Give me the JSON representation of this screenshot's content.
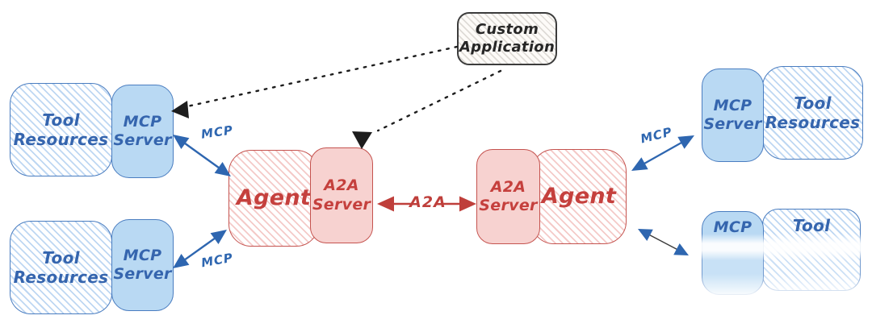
{
  "nodes": {
    "custom_app": {
      "label": "Custom Application"
    },
    "tool_resources_top_left": {
      "label": "Tool Resources"
    },
    "mcp_server_top_left": {
      "label": "MCP Server"
    },
    "tool_resources_bottom_left": {
      "label": "Tool Resources"
    },
    "mcp_server_bottom_left": {
      "label": "MCP Server"
    },
    "agent_left": {
      "label": "Agent"
    },
    "a2a_server_left": {
      "label": "A2A Server"
    },
    "a2a_server_right": {
      "label": "A2A Server"
    },
    "agent_right": {
      "label": "Agent"
    },
    "mcp_server_top_right": {
      "label": "MCP Server"
    },
    "tool_resources_top_right": {
      "label": "Tool Resources"
    },
    "mcp_bottom_right": {
      "label": "MCP"
    },
    "tool_bottom_right": {
      "label": "Tool"
    }
  },
  "edge_labels": {
    "mcp_top_left": "MCP",
    "mcp_bottom_left": "MCP",
    "mcp_top_right": "MCP",
    "a2a": "A2A"
  },
  "colors": {
    "blue_fill": "#b9d9f3",
    "blue_border": "#4a7dc0",
    "blue_text": "#3565ae",
    "pink_fill": "#f7d2d0",
    "red_border": "#c5534f",
    "red_text": "#c5403d",
    "black_border": "#3c3c3c",
    "arrow_blue": "#2e66b0",
    "arrow_red": "#bf3f3b",
    "arrow_black": "#1d1d1d"
  }
}
